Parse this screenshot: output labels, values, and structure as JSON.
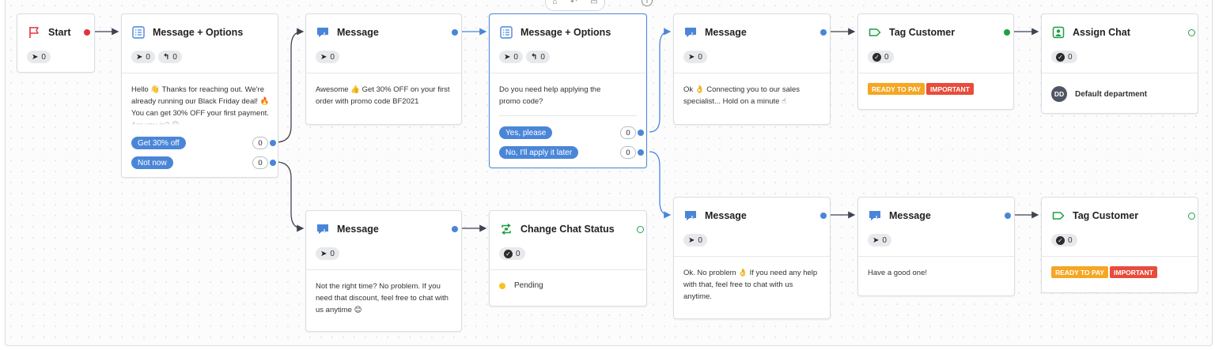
{
  "colors": {
    "accent": "#4a86d8",
    "tag_ready": "#f5a623",
    "tag_important": "#e74c3c",
    "status_pending": "#f5c518",
    "start_flag": "#e0343c"
  },
  "nodes": {
    "start": {
      "title": "Start",
      "icon": "flag-icon",
      "sent": "0"
    },
    "mo1": {
      "title": "Message + Options",
      "icon": "list-icon",
      "sent": "0",
      "replied": "0",
      "text": "Hello 👋 Thanks for reaching out. We're already running our Black Friday deal! 🔥 You can get 30% OFF your first payment. Are you in? 😊",
      "options": [
        {
          "label": "Get 30% off",
          "count": "0"
        },
        {
          "label": "Not now",
          "count": "0"
        }
      ]
    },
    "msg1": {
      "title": "Message",
      "icon": "chat-icon",
      "sent": "0",
      "text": "Awesome 👍 Get 30% OFF on your first order with promo code BF2021"
    },
    "mo2": {
      "title": "Message + Options",
      "icon": "list-icon",
      "sent": "0",
      "replied": "0",
      "text": "Do you need help applying the promo code?",
      "options": [
        {
          "label": "Yes, please",
          "count": "0"
        },
        {
          "label": "No, I'll apply it later",
          "count": "0"
        }
      ]
    },
    "msg2": {
      "title": "Message",
      "icon": "chat-icon",
      "sent": "0",
      "text": "Ok 👌 Connecting you to our sales specialist... Hold on a minute ☝"
    },
    "tag1": {
      "title": "Tag Customer",
      "icon": "tag-icon",
      "done": "0",
      "tags": [
        "READY TO PAY",
        "IMPORTANT"
      ]
    },
    "assign": {
      "title": "Assign Chat",
      "icon": "assign-icon",
      "done": "0",
      "avatar": "DD",
      "department": "Default department"
    },
    "msg3": {
      "title": "Message",
      "icon": "chat-icon",
      "sent": "0",
      "text": "Not the right time? No problem. If you need that discount, feel free to chat with us anytime 😊"
    },
    "status": {
      "title": "Change Chat Status",
      "icon": "status-change-icon",
      "done": "0",
      "value": "Pending"
    },
    "msg4": {
      "title": "Message",
      "icon": "chat-icon",
      "sent": "0",
      "text": "Ok. No problem 👌 If you need any help with that, feel free to chat with us anytime."
    },
    "msg5": {
      "title": "Message",
      "icon": "chat-icon",
      "sent": "0",
      "text": "Have a good one!"
    },
    "tag2": {
      "title": "Tag Customer",
      "icon": "tag-icon",
      "done": "0",
      "tags": [
        "READY TO PAY",
        "IMPORTANT"
      ]
    }
  }
}
